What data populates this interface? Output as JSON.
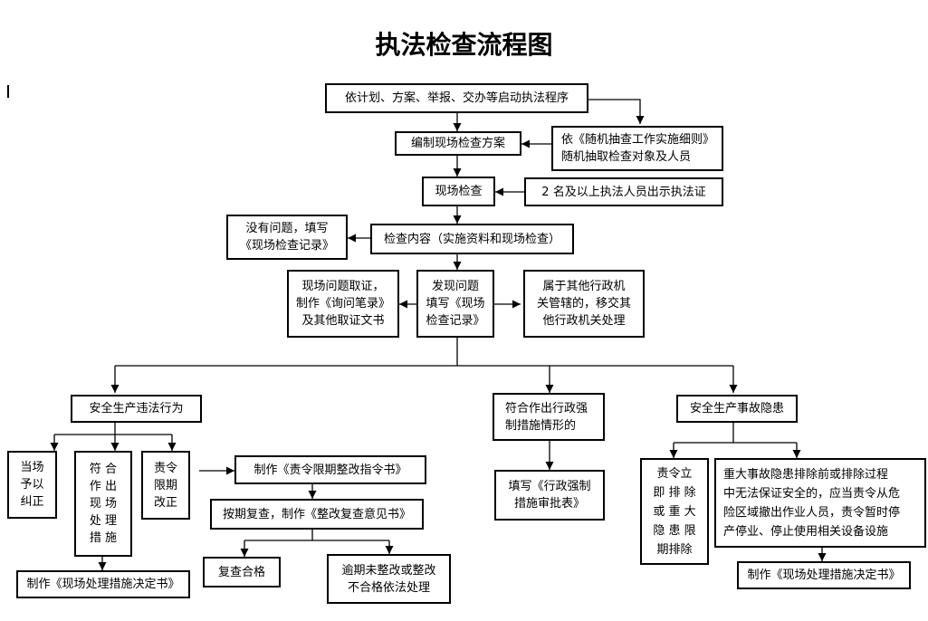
{
  "title": "执法检查流程图",
  "nodes": {
    "start": "依计划、方案、举报、交办等启动执法程序",
    "plan": "编制现场检查方案",
    "random": "依《随机抽查工作实施细则》\n随机抽取检查对象及人员",
    "onsite": "现场检查",
    "certificate": "2 名及以上执法人员出示执法证",
    "no_problem": "没有问题，填写\n《现场检查记录》",
    "content": "检查内容（实施资料和现场检查）",
    "evidence": "现场问题取证，\n制作《询问笔录》\n及其他取证文书",
    "found": "发现问题\n填写《现场\n检查记录》",
    "transfer": "属于其他行政机\n关管辖的，移交其\n他行政机关处理",
    "violation": "安全生产违法行为",
    "coercive": "符合作出行政强\n制措施情形的",
    "hazard": "安全生产事故隐患",
    "correct_onsite": "当场\n予以\n纠正",
    "onsite_measure": "符 合\n作 出\n现 场\n处 理\n措 施",
    "order_correct": "责令\n限期\n改正",
    "order_doc": "制作《责令限期整改指令书》",
    "recheck": "按期复查，制作《整改复查意见书》",
    "qualified": "复查合格",
    "overdue": "逾期未整改或整改\n不合格依法处理",
    "measure_doc_left": "制作《现场处理措施决定书》",
    "coercive_form": "填写《行政强制\n措施审批表》",
    "eliminate": "责令立\n即 排 除\n或 重 大\n隐 患 限\n期排除",
    "major": "重大事故隐患排除前或排除过程\n中无法保证安全的，应当责令从危\n险区域撤出作业人员，责令暂时停\n产停业、停止使用相关设备设施",
    "measure_doc_right": "制作《现场处理措施决定书》"
  }
}
